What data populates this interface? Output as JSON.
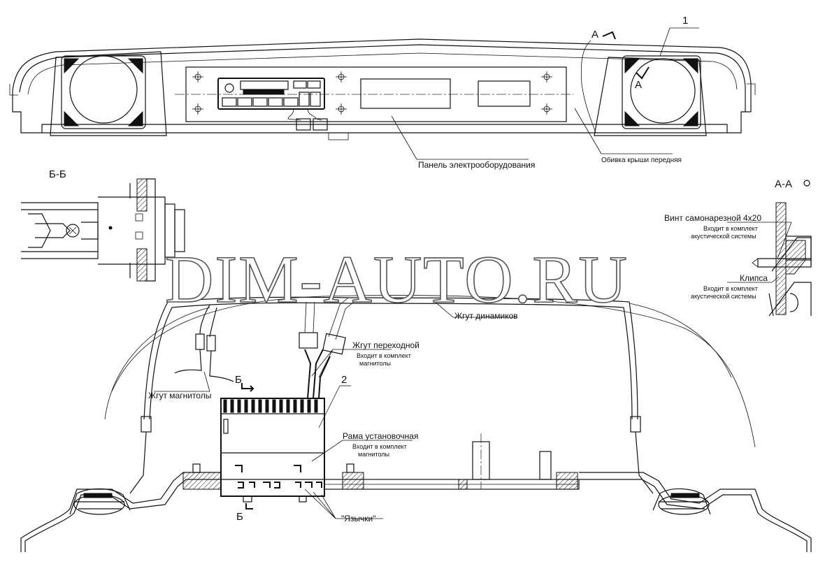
{
  "watermark": "DIM-AUTO.RU",
  "labels": {
    "callout_1": "1",
    "callout_2": "2",
    "section_a_mark": "А",
    "section_a_mark2": "А",
    "section_bb_title": "Б-Б",
    "section_aa_title": "А-А",
    "section_b_mark": "Б",
    "section_b_mark2": "Б",
    "panel": "Панель электрооборудования",
    "roof_trim": "Обивка крыши передняя",
    "screw": "Винт самонарезной 4х20",
    "screw_note1": "Входит в комплект",
    "screw_note2": "акустической системы",
    "clip": "Клипса",
    "clip_note1": "Входит в комплект",
    "clip_note2": "акустической системы",
    "speaker_harness": "Жгут динамиков",
    "adapter_harness": "Жгут переходной",
    "adapter_note1": "Входит в комплект",
    "adapter_note2": "магнитолы",
    "radio_harness": "Жгут магнитолы",
    "frame": "Рама установочная",
    "frame_note1": "Входит в комплект",
    "frame_note2": "магнитолы",
    "tabs": "\"Язычки\""
  }
}
